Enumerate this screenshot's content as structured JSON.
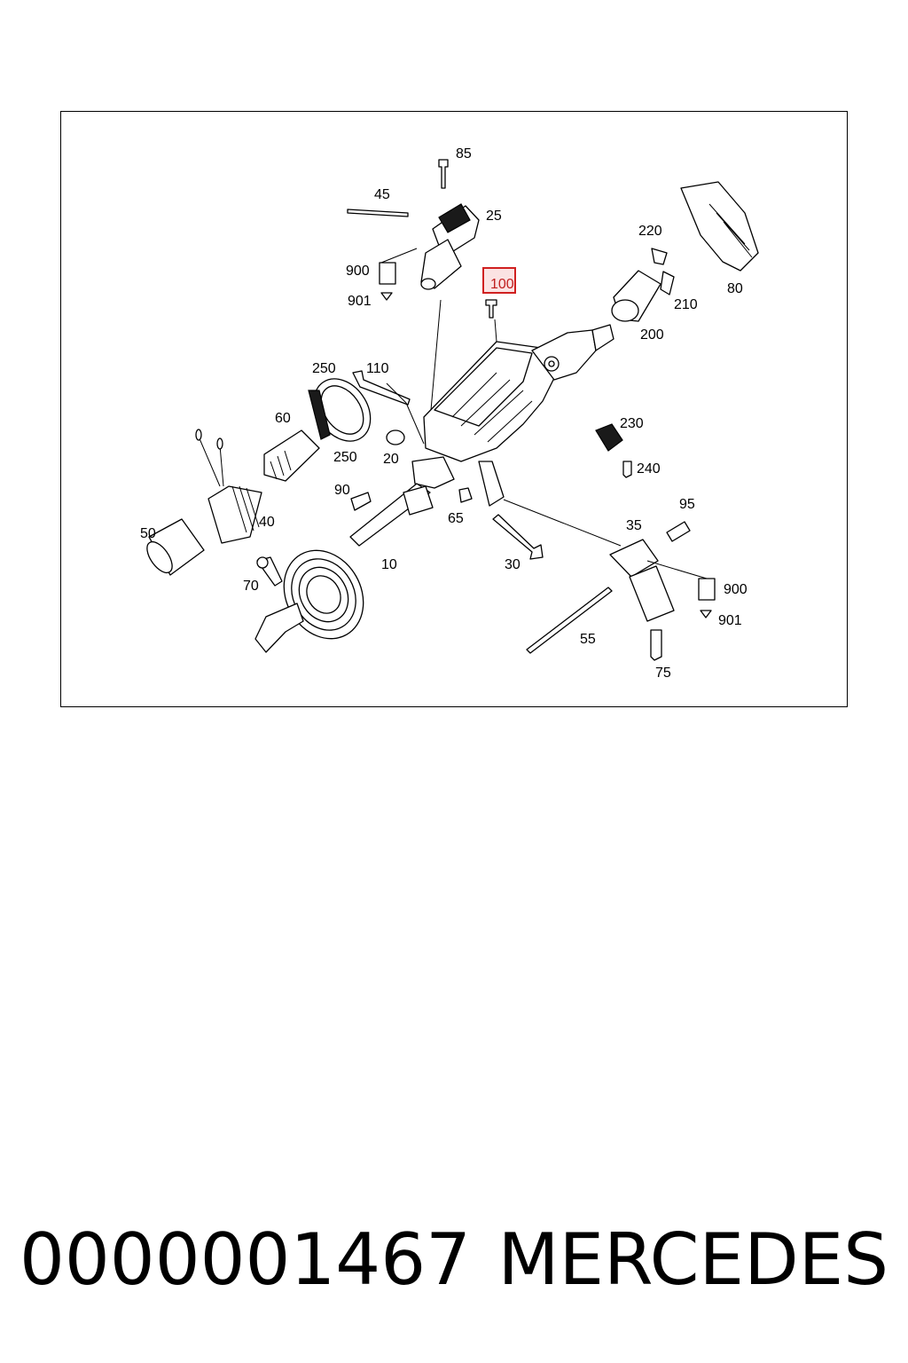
{
  "diagram": {
    "callouts": {
      "c85": "85",
      "c45": "45",
      "c25": "25",
      "c900a": "900",
      "c901a": "901",
      "c100": "100",
      "c220": "220",
      "c210": "210",
      "c200": "200",
      "c80": "80",
      "c250a": "250",
      "c110": "110",
      "c60": "60",
      "c250b": "250",
      "c20": "20",
      "c230": "230",
      "c240": "240",
      "c90": "90",
      "c50": "50",
      "c40": "40",
      "c65": "65",
      "c95": "95",
      "c35": "35",
      "c10": "10",
      "c30": "30",
      "c900b": "900",
      "c901b": "901",
      "c70": "70",
      "c55": "55",
      "c75": "75"
    },
    "highlighted_callout": "100",
    "highlight_color": "#d02020"
  },
  "footer": {
    "part_number": "0000001467",
    "brand": "MERCEDES"
  }
}
